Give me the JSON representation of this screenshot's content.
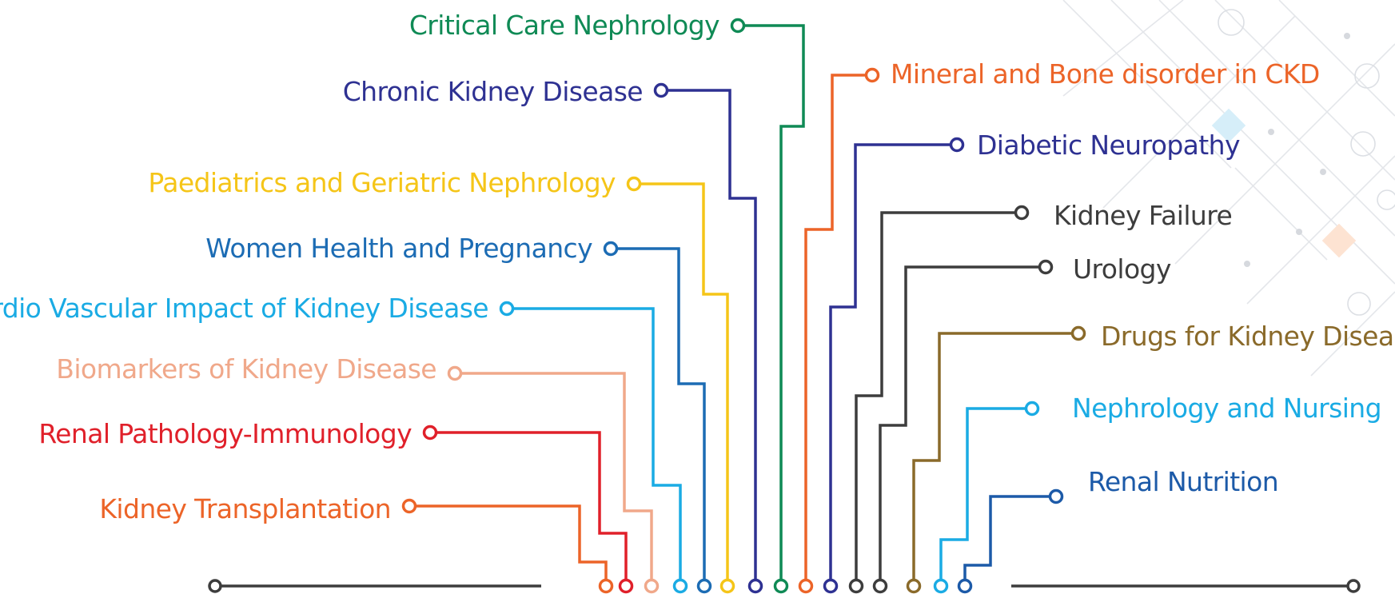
{
  "left_topics": [
    {
      "label": "Critical Care Nephrology",
      "color": "#0f8a55"
    },
    {
      "label": "Chronic Kidney Disease",
      "color": "#2e3192"
    },
    {
      "label": "Paediatrics and Geriatric Nephrology",
      "color": "#f5c518"
    },
    {
      "label": "Women Health and Pregnancy",
      "color": "#1c6cb4"
    },
    {
      "label": "Cardio Vascular Impact of Kidney Disease",
      "color": "#1aabe4"
    },
    {
      "label": "Biomarkers of Kidney Disease",
      "color": "#f0a88a"
    },
    {
      "label": "Renal Pathology-Immunology",
      "color": "#e0202a"
    },
    {
      "label": "Kidney Transplantation",
      "color": "#ec6428"
    }
  ],
  "right_topics": [
    {
      "label": "Mineral and Bone disorder in CKD",
      "color": "#ec6428"
    },
    {
      "label": "Diabetic Neuropathy",
      "color": "#2e3192"
    },
    {
      "label": "Kidney Failure",
      "color": "#3d3d3d"
    },
    {
      "label": "Urology",
      "color": "#3d3d3d"
    },
    {
      "label": "Drugs for Kidney Disease",
      "color": "#8a6a2a"
    },
    {
      "label": "Nephrology and Nursing",
      "color": "#1aabe4"
    },
    {
      "label": "Renal Nutrition",
      "color": "#1c5aa8"
    }
  ],
  "baseline_color": "#3d3d3d"
}
